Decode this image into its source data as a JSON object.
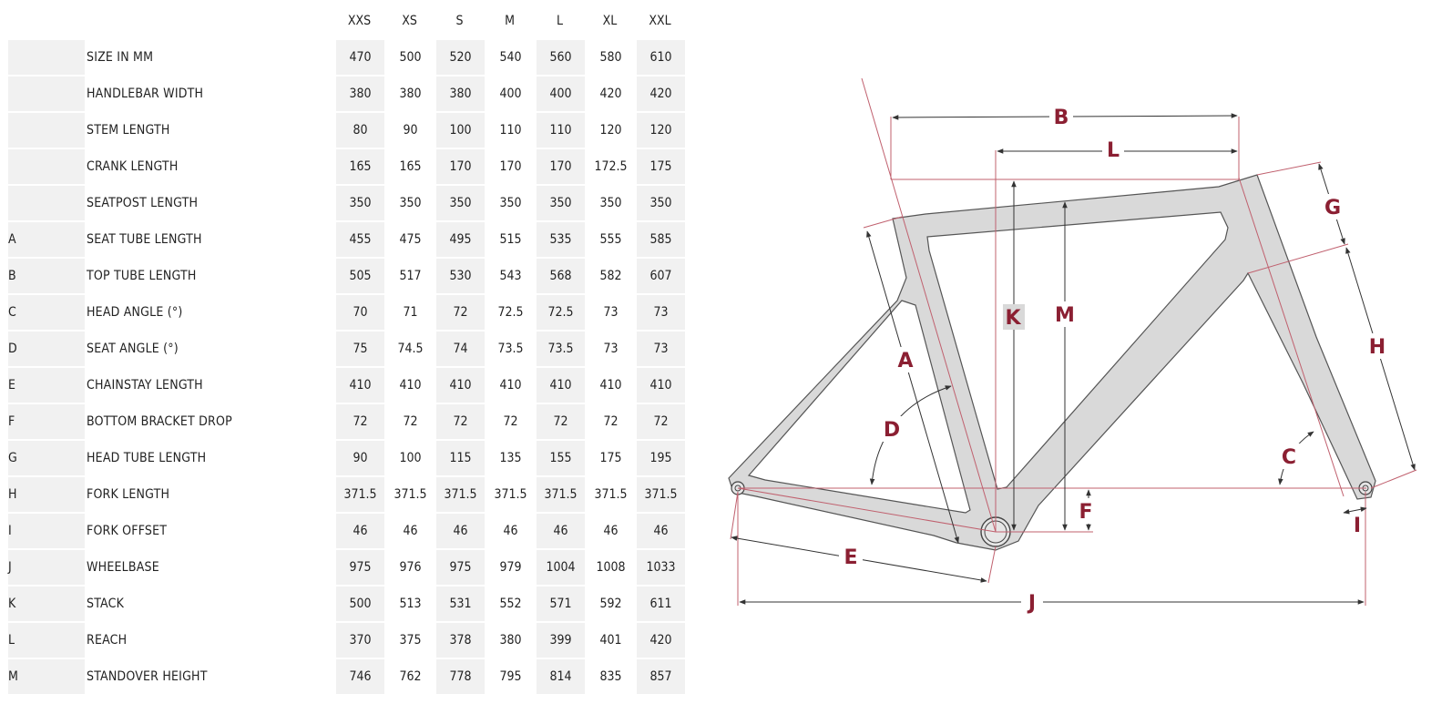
{
  "sizes": [
    "XXS",
    "XS",
    "S",
    "M",
    "L",
    "XL",
    "XXL"
  ],
  "rows": [
    {
      "letter": "",
      "name": "SIZE IN MM",
      "values": [
        "470",
        "500",
        "520",
        "540",
        "560",
        "580",
        "610"
      ]
    },
    {
      "letter": "",
      "name": "HANDLEBAR WIDTH",
      "values": [
        "380",
        "380",
        "380",
        "400",
        "400",
        "420",
        "420"
      ]
    },
    {
      "letter": "",
      "name": "STEM LENGTH",
      "values": [
        "80",
        "90",
        "100",
        "110",
        "110",
        "120",
        "120"
      ]
    },
    {
      "letter": "",
      "name": "CRANK LENGTH",
      "values": [
        "165",
        "165",
        "170",
        "170",
        "170",
        "172.5",
        "175"
      ]
    },
    {
      "letter": "",
      "name": "SEATPOST LENGTH",
      "values": [
        "350",
        "350",
        "350",
        "350",
        "350",
        "350",
        "350"
      ]
    },
    {
      "letter": "A",
      "name": "SEAT TUBE LENGTH",
      "values": [
        "455",
        "475",
        "495",
        "515",
        "535",
        "555",
        "585"
      ]
    },
    {
      "letter": "B",
      "name": "TOP TUBE LENGTH",
      "values": [
        "505",
        "517",
        "530",
        "543",
        "568",
        "582",
        "607"
      ]
    },
    {
      "letter": "C",
      "name": "HEAD ANGLE (°)",
      "values": [
        "70",
        "71",
        "72",
        "72.5",
        "72.5",
        "73",
        "73"
      ]
    },
    {
      "letter": "D",
      "name": "SEAT ANGLE (°)",
      "values": [
        "75",
        "74.5",
        "74",
        "73.5",
        "73.5",
        "73",
        "73"
      ]
    },
    {
      "letter": "E",
      "name": "CHAINSTAY LENGTH",
      "values": [
        "410",
        "410",
        "410",
        "410",
        "410",
        "410",
        "410"
      ]
    },
    {
      "letter": "F",
      "name": "BOTTOM BRACKET DROP",
      "values": [
        "72",
        "72",
        "72",
        "72",
        "72",
        "72",
        "72"
      ]
    },
    {
      "letter": "G",
      "name": "HEAD TUBE LENGTH",
      "values": [
        "90",
        "100",
        "115",
        "135",
        "155",
        "175",
        "195"
      ]
    },
    {
      "letter": "H",
      "name": "FORK LENGTH",
      "values": [
        "371.5",
        "371.5",
        "371.5",
        "371.5",
        "371.5",
        "371.5",
        "371.5"
      ]
    },
    {
      "letter": "I",
      "name": "FORK OFFSET",
      "values": [
        "46",
        "46",
        "46",
        "46",
        "46",
        "46",
        "46"
      ]
    },
    {
      "letter": "J",
      "name": "WHEELBASE",
      "values": [
        "975",
        "976",
        "975",
        "979",
        "1004",
        "1008",
        "1033"
      ]
    },
    {
      "letter": "K",
      "name": "STACK",
      "values": [
        "500",
        "513",
        "531",
        "552",
        "571",
        "592",
        "611"
      ]
    },
    {
      "letter": "L",
      "name": "REACH",
      "values": [
        "370",
        "375",
        "378",
        "380",
        "399",
        "401",
        "420"
      ]
    },
    {
      "letter": "M",
      "name": "STANDOVER HEIGHT",
      "values": [
        "746",
        "762",
        "778",
        "795",
        "814",
        "835",
        "857"
      ]
    }
  ],
  "diagram": {
    "labels": {
      "A": "A",
      "B": "B",
      "C": "C",
      "D": "D",
      "E": "E",
      "F": "F",
      "G": "G",
      "H": "H",
      "I": "I",
      "J": "J",
      "K": "K",
      "L": "L",
      "M": "M"
    },
    "colors": {
      "frame_fill": "#d9d9d9",
      "frame_stroke": "#555555",
      "dim_line": "#333333",
      "ref_line": "#c0606e",
      "label": "#8b1f32"
    }
  }
}
